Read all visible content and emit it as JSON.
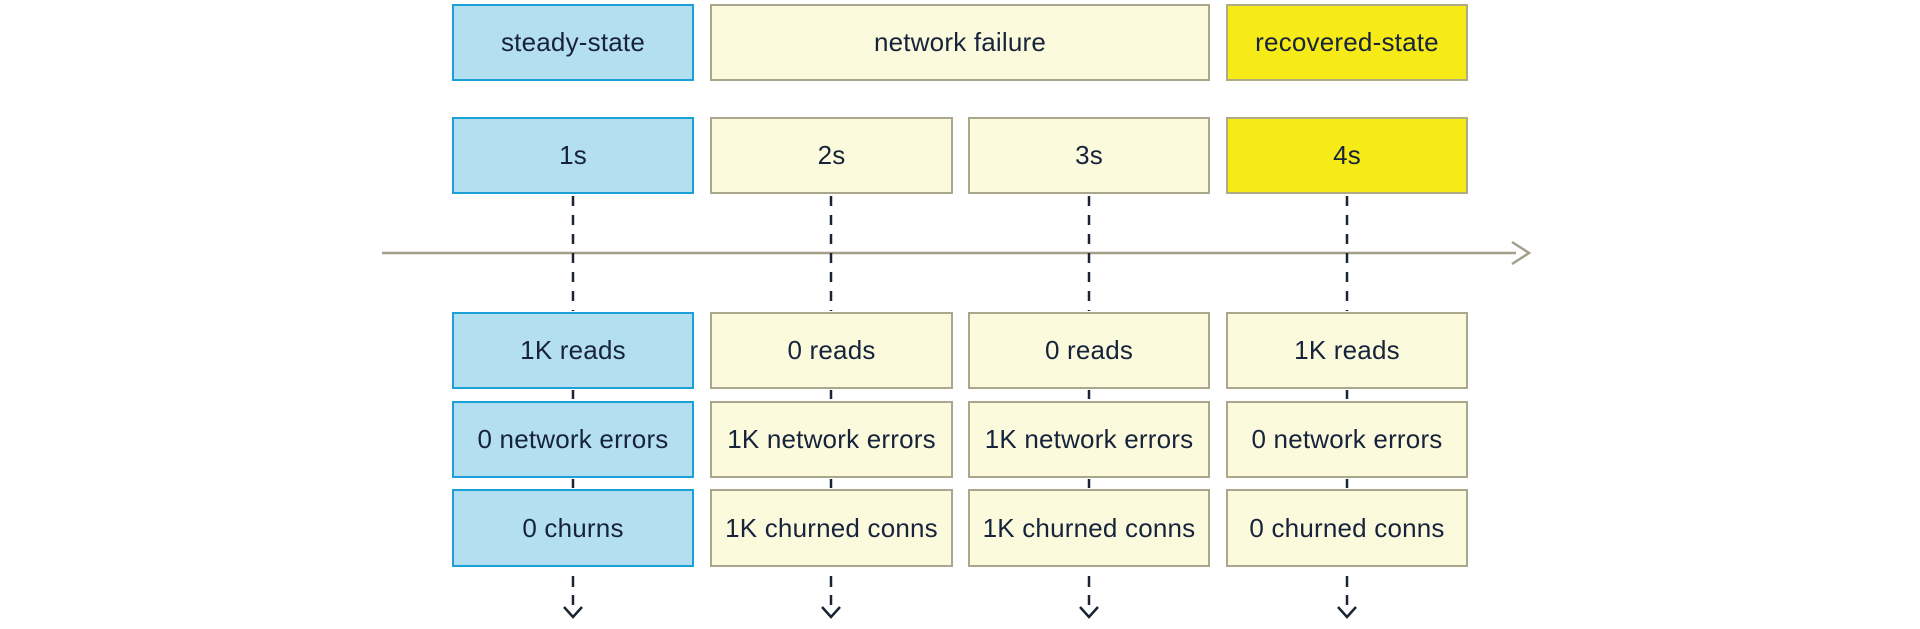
{
  "colors": {
    "steady_fill": "#b3dff0",
    "steady_border": "#1ba0d8",
    "neutral_fill": "#fbfadd",
    "neutral_border": "#aaa78c",
    "highlight_fill": "#f6eb16",
    "highlight_border": "#b0ab84",
    "text": "#16233b",
    "timeline": "#a49f8b",
    "connector": "#1a2433"
  },
  "phases": [
    {
      "label": "steady-state"
    },
    {
      "label": "network failure"
    },
    {
      "label": "recovered-state"
    }
  ],
  "columns": [
    {
      "time": "1s",
      "metrics": [
        "1K reads",
        "0 network errors",
        "0 churns"
      ]
    },
    {
      "time": "2s",
      "metrics": [
        "0 reads",
        "1K network errors",
        "1K churned conns"
      ]
    },
    {
      "time": "3s",
      "metrics": [
        "0 reads",
        "1K network errors",
        "1K churned conns"
      ]
    },
    {
      "time": "4s",
      "metrics": [
        "1K reads",
        "0 network errors",
        "0 churned conns"
      ]
    }
  ]
}
